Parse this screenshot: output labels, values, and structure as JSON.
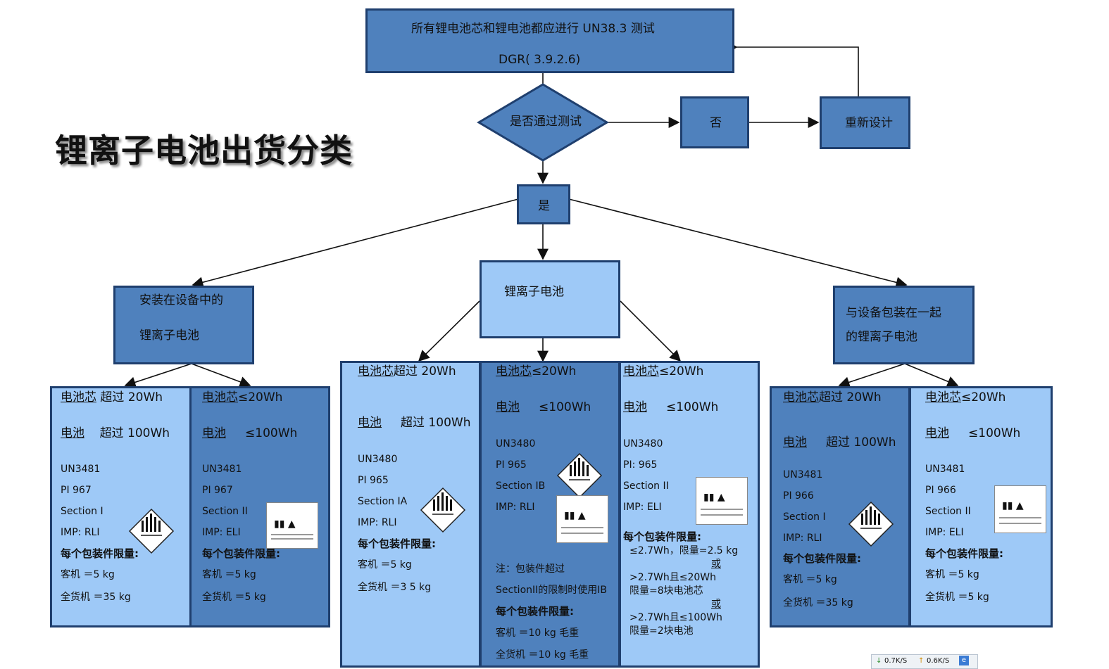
{
  "title": "锂离子电池出货分类",
  "top_box": {
    "line1": "所有锂电池芯和锂电池都应进行 UN38.3 测试",
    "line2": "DGR( 3.9.2.6)"
  },
  "decision": {
    "label": "是否通过测试"
  },
  "no_box": "否",
  "redesign_box": "重新设计",
  "yes_box": "是",
  "category_installed": {
    "line1": "安装在设备中的",
    "line2": "锂离子电池"
  },
  "category_battery": "锂离子电池",
  "category_packed": {
    "line1": "与设备包装在一起",
    "line2": "的锂离子电池"
  },
  "panels": {
    "left_a": {
      "cell": "电池芯",
      "cell_cond": "超过 20Wh",
      "battery": "电池",
      "battery_cond": "超过 100Wh",
      "un": "UN3481",
      "pi": "PI 967",
      "section": "Section I",
      "imp": "IMP: RLI",
      "limit_title": "每个包装件限量:",
      "pax": "客机 ＝5 kg",
      "cargo": "全货机 ＝35 kg"
    },
    "left_b": {
      "cell": "电池芯",
      "cell_cond": "≤20Wh",
      "battery": "电池",
      "battery_cond": "≤100Wh",
      "un": "UN3481",
      "pi": "PI 967",
      "section": "Section II",
      "imp": "IMP: ELI",
      "limit_title": "每个包装件限量:",
      "pax": "客机 ＝5 kg",
      "cargo": "全货机 ＝5 kg"
    },
    "mid_a": {
      "cell": "电池芯",
      "cell_cond": "超过 20Wh",
      "battery": "电池",
      "battery_cond": "超过 100Wh",
      "un": "UN3480",
      "pi": "PI 965",
      "section": "Section IA",
      "imp": "IMP: RLI",
      "limit_title": "每个包装件限量:",
      "pax": "客机 ＝5 kg",
      "cargo": "全货机 ＝3 5 kg"
    },
    "mid_b": {
      "cell": "电池芯",
      "cell_cond": "≤20Wh",
      "battery": "电池",
      "battery_cond": "≤100Wh",
      "un": "UN3480",
      "pi": "PI 965",
      "section": "Section IB",
      "imp": "IMP: RLI",
      "note1": "注：包装件超过",
      "note2": "SectionII的限制时使用IB",
      "limit_title": "每个包装件限量:",
      "pax": "客机 ＝10 kg   毛重",
      "cargo": "全货机 ＝10 kg  毛重"
    },
    "mid_c": {
      "cell": "电池芯",
      "cell_cond": "≤20Wh",
      "battery": "电池",
      "battery_cond": "≤100Wh",
      "un": "UN3480",
      "pi": "PI: 965",
      "section": "Section II",
      "imp": "IMP: ELI",
      "limit_title": "每个包装件限量:",
      "l1": "≤2.7Wh，限量=2.5 kg",
      "or1": "或",
      "l2": ">2.7Wh且≤20Wh",
      "l3": "限量=8块电池芯",
      "or2": "或",
      "l4": ">2.7Wh且≤100Wh",
      "l5": "限量=2块电池"
    },
    "right_a": {
      "cell": "电池芯",
      "cell_cond": "超过 20Wh",
      "battery": "电池",
      "battery_cond": "超过 100Wh",
      "un": "UN3481",
      "pi": "PI 966",
      "section": "Section I",
      "imp": "IMP: RLI",
      "limit_title": "每个包装件限量:",
      "pax": "客机 ＝5 kg",
      "cargo": "全货机 ＝35 kg"
    },
    "right_b": {
      "cell": "电池芯",
      "cell_cond": "≤20Wh",
      "battery": "电池",
      "battery_cond": "≤100Wh",
      "un": "UN3481",
      "pi": "PI 966",
      "section": "Section II",
      "imp": "IMP: ELI",
      "limit_title": "每个包装件限量:",
      "pax": "客机 ＝5 kg",
      "cargo": "全货机 ＝5 kg"
    }
  },
  "status_bar": {
    "down": "0.7K/S",
    "up": "0.6K/S"
  },
  "colors": {
    "dark": "#4f81bd",
    "light": "#9ec9f7",
    "border": "#1f3f6e"
  }
}
